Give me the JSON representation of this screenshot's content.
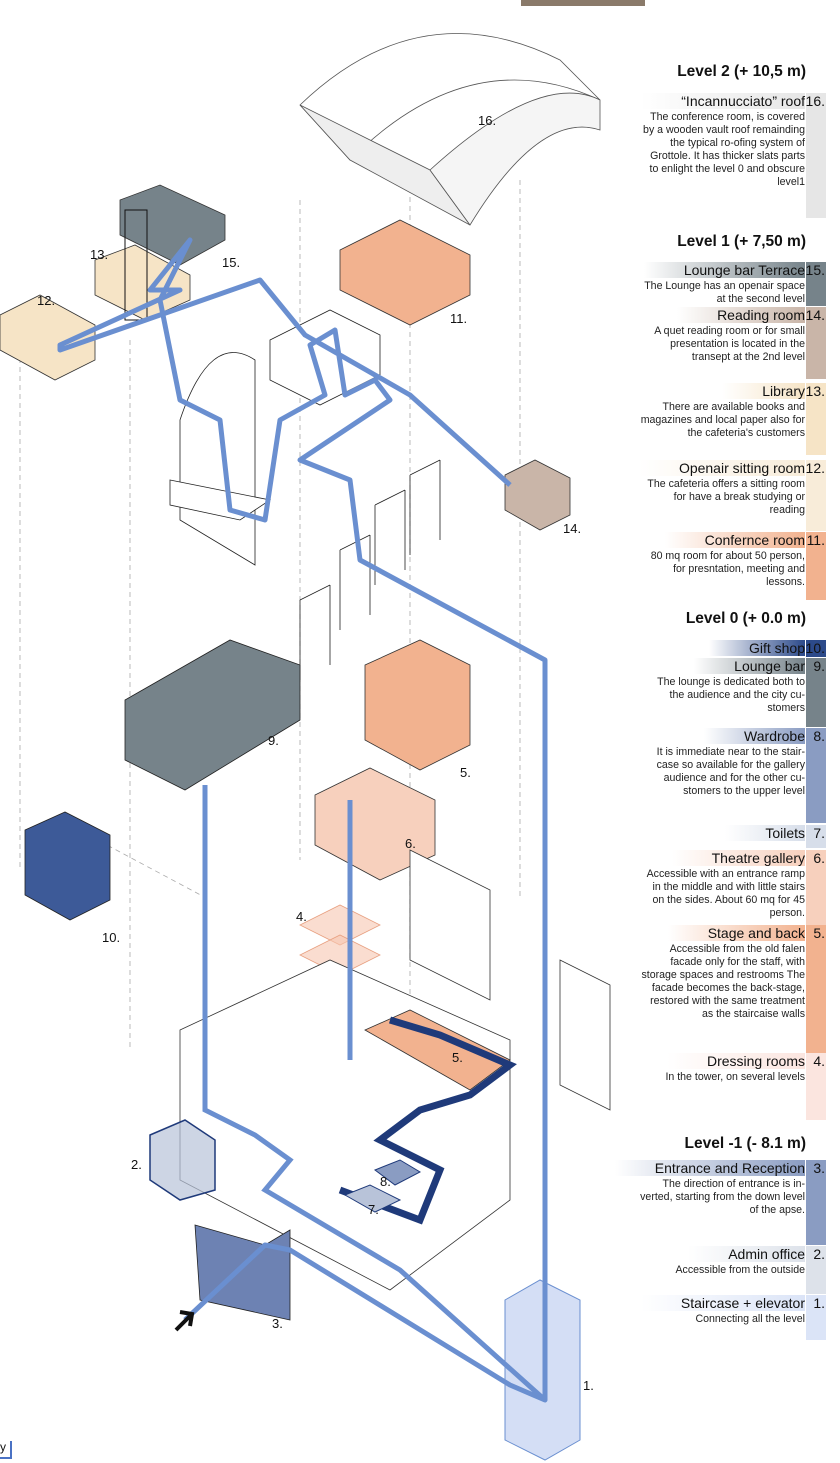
{
  "levels": {
    "level2": "Level 2 (+ 10,5 m)",
    "level1": "Level 1 (+ 7,50 m)",
    "level0": "Level 0 (+ 0.0 m)",
    "levelm1": "Level -1 (- 8.1 m)"
  },
  "legend": [
    {
      "num": "16.",
      "title": "“Incannucciato” roof",
      "desc": "The conference room, is covered by a wooden vault roof remainding the typical ro-ofing system of Grottole. It has thicker slats parts to enlight the level 0 and obscure level1",
      "color": "#e6e6e6"
    },
    {
      "num": "15.",
      "title": "Lounge bar Terrace",
      "desc": "The Lounge has an openair space at the second level",
      "color": "#76838a"
    },
    {
      "num": "14.",
      "title": "Reading room",
      "desc": "A quet reading room or for small presentation is located in the transept at the 2nd level",
      "color": "#c9b5a8"
    },
    {
      "num": "13.",
      "title": "Library",
      "desc": "There are available books and magazines and local paper also for the cafeteria's customers",
      "color": "#f6e4c6"
    },
    {
      "num": "12.",
      "title": "Openair sitting room",
      "desc": "The cafeteria offers a sitting room for have a break studying or reading",
      "color": "#f8ecd9"
    },
    {
      "num": "11.",
      "title": "Confernce room",
      "desc": "80 mq room for about 50 person, for presntation, meeting and lessons.",
      "color": "#f2b28f"
    },
    {
      "num": "10.",
      "title": "Gift shop",
      "desc": "",
      "color": "#2c4a8a"
    },
    {
      "num": "9.",
      "title": "Lounge bar",
      "desc": "The lounge is dedicated both to the audience and the city cu-stomers",
      "color": "#76838a"
    },
    {
      "num": "8.",
      "title": "Wardrobe",
      "desc": "It is immediate near to the stair-case so available for the gallery audience and for the other cu-stomers to the upper level",
      "color": "#8a9cc2"
    },
    {
      "num": "7.",
      "title": "Toilets",
      "desc": "",
      "color": "#d7deea"
    },
    {
      "num": "6.",
      "title": "Theatre gallery",
      "desc": "Accessible with an entrance ramp in the middle and with little stairs on the sides. About 60 mq for 45 person.",
      "color": "#f7d0bd"
    },
    {
      "num": "5.",
      "title": "Stage and back",
      "desc": "Accessible from the old falen facade only for the staff, with storage spaces and restrooms The facade becomes the back-stage, restored with the same treatment as the staircaise walls",
      "color": "#f2b28f"
    },
    {
      "num": "4.",
      "title": "Dressing rooms",
      "desc": "In the tower, on several levels",
      "color": "#fbe5df"
    },
    {
      "num": "3.",
      "title": "Entrance and Reception",
      "desc": "The direction of entrance is in-verted, starting from the down level of the apse.",
      "color": "#8a9cc2"
    },
    {
      "num": "2.",
      "title": "Admin office",
      "desc": "Accessible from the outside",
      "color": "#dde2ea"
    },
    {
      "num": "1.",
      "title": "Staircase + elevator",
      "desc": "Connecting all the level",
      "color": "#dbe4f7"
    }
  ],
  "diagram_labels": [
    "16.",
    "15.",
    "13.",
    "12.",
    "11.",
    "14.",
    "9.",
    "5.",
    "6.",
    "10.",
    "4.",
    "5.",
    "2.",
    "8.",
    "7.",
    "3.",
    "1."
  ],
  "corner_text": "y",
  "colors": {
    "path": "#6a8fd0",
    "dark_blue": "#1f3a7a"
  }
}
